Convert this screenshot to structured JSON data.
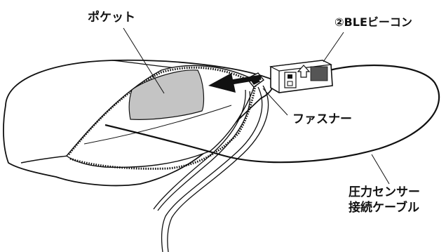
{
  "labels": {
    "pocket": "ポケット",
    "beacon": "②BLEビーコン",
    "zipper": "ファスナー",
    "cable_line1": "圧力センサー",
    "cable_line2": "接続ケーブル"
  },
  "colors": {
    "outline": "#111111",
    "pocket_fill": "#c4c4c4",
    "beacon_grille": "#555555",
    "background": "#ffffff"
  },
  "icons": {
    "beacon_button": "arrow-up-outline-icon",
    "insert_arrow": "arrow-left-icon"
  }
}
